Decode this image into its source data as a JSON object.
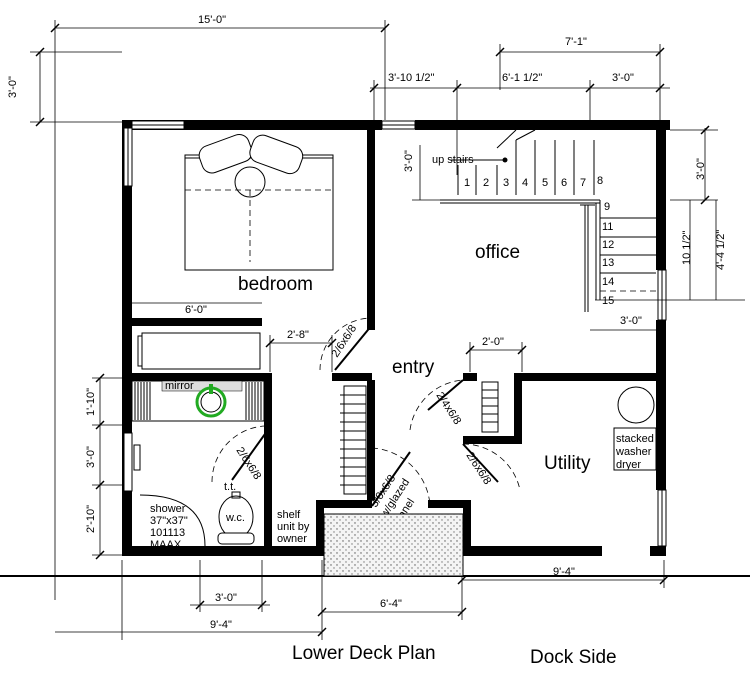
{
  "captions": {
    "plan_title": "Lower Deck Plan",
    "side": "Dock Side"
  },
  "rooms": {
    "bedroom": "bedroom",
    "office": "office",
    "entry": "entry",
    "utility": "Utility"
  },
  "dimensions": {
    "overall_width": "15'-0\"",
    "left_height": "3'-0\"",
    "top_right": "7'-1\"",
    "top_a": "3'-10 1/2\"",
    "top_b": "6'-1 1/2\"",
    "top_c": "3'-0\"",
    "stair_3ft": "3'-0\"",
    "right_3ft": "3'-0\"",
    "right_10": "10 1/2\"",
    "right_44": "4'-4 1/2\"",
    "stair_bottom": "3'-0\"",
    "bed_6ft": "6'-0\"",
    "hall_28": "2'-8\"",
    "util_20": "2'-0\"",
    "left_110": "1'-10\"",
    "left_30": "3'-0\"",
    "left_210": "2'-10\"",
    "bottom_30": "3'-0\"",
    "bottom_64": "6'-4\"",
    "bottom_94a": "9'-4\"",
    "bottom_94b": "9'-4\""
  },
  "labels": {
    "up_stairs": "up stairs",
    "mirror": "mirror",
    "tt": "t.t.",
    "wc": "w.c.",
    "shower_1": "shower",
    "shower_2": "37\"x37\"",
    "shower_3": "101113",
    "shower_4": "MAAX",
    "shelf_1": "shelf",
    "shelf_2": "unit by",
    "shelf_3": "owner",
    "stack_1": "stacked",
    "stack_2": "washer",
    "stack_3": "dryer"
  },
  "doors": {
    "bedroom_door": "2/6x6/8",
    "bath_door": "2/6x6/8",
    "util_top": "2/4x6/8",
    "util_bottom": "2/6x6/8",
    "entry_door_1": "3/0x6/8",
    "entry_door_2": "w/glazed",
    "entry_door_3": "panel"
  },
  "stair_steps": [
    "1",
    "2",
    "3",
    "4",
    "5",
    "6",
    "7",
    "8",
    "9",
    "11",
    "12",
    "13",
    "14",
    "15"
  ]
}
